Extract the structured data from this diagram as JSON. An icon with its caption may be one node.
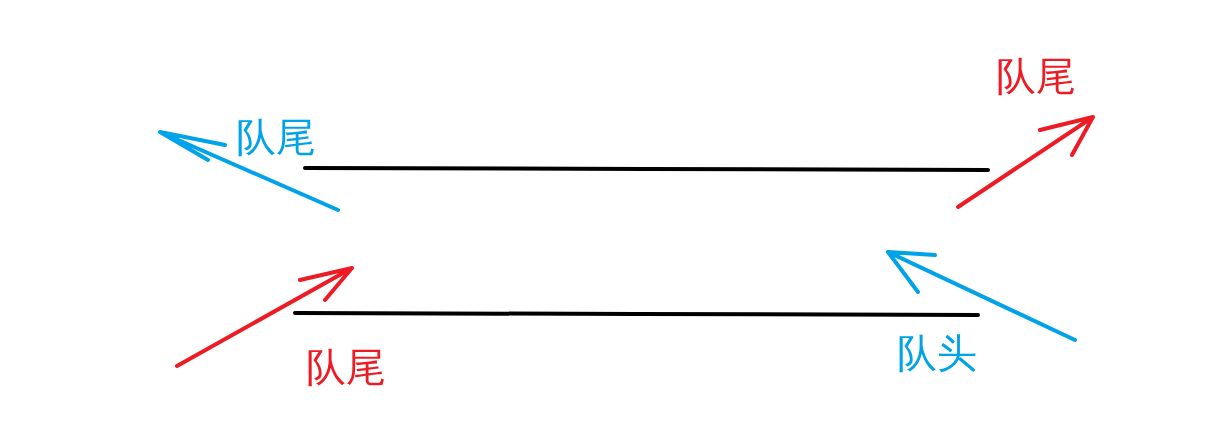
{
  "diagram": {
    "labels": [
      "队尾",
      "队尾",
      "队尾",
      "队头"
    ]
  }
}
